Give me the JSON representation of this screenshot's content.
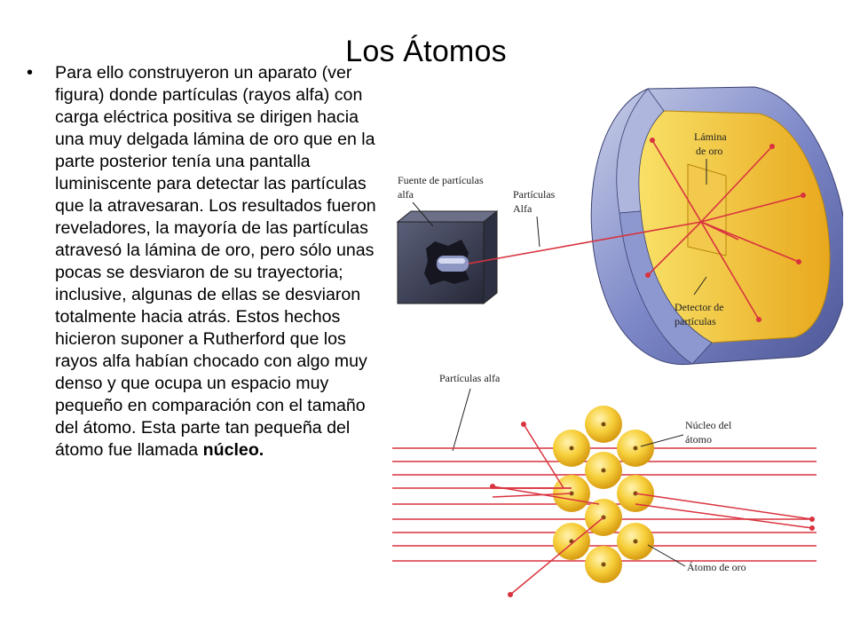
{
  "slide": {
    "title": "Los Átomos",
    "bullet_symbol": "•",
    "body_text_main": "Para ello construyeron un aparato (ver figura) donde partículas (rayos alfa) con carga eléctrica positiva se dirigen hacia una muy delgada lámina de oro que en la parte posterior tenía una pantalla luminiscente para detectar las partículas que la atravesaran. Los resultados fueron reveladores, la mayoría de las partículas atravesó la lámina de oro, pero sólo unas pocas se desviaron de su trayectoria; inclusive, algunas de ellas se desviaron totalmente hacia atrás. Estos hechos hicieron suponer a Rutherford que los rayos alfa habían chocado con algo muy denso y que ocupa un espacio muy pequeño en comparación con el tamaño del átomo. Esta parte tan pequeña del átomo fue llamada ",
    "body_text_bold": "núcleo.",
    "figure_top": {
      "label_source_line1": "Fuente de partículas",
      "label_source_line2": "alfa",
      "label_particles_line1": "Partículas",
      "label_particles_line2": "Alfa",
      "label_foil_line1": "Lámina",
      "label_foil_line2": "de oro",
      "label_detector_line1": "Detector de",
      "label_detector_line2": "partículas"
    },
    "figure_bottom": {
      "label_alpha": "Partículas alfa",
      "label_nucleus_line1": "Núcleo del",
      "label_nucleus_line2": "átomo",
      "label_gold_atom": "Átomo de oro"
    },
    "colors": {
      "ray": "#d9333f",
      "gold": "#f5c62a",
      "detector_outer": "#6d7bbf",
      "detector_inner": "#f3c23b",
      "box": "#3b3e55"
    }
  }
}
